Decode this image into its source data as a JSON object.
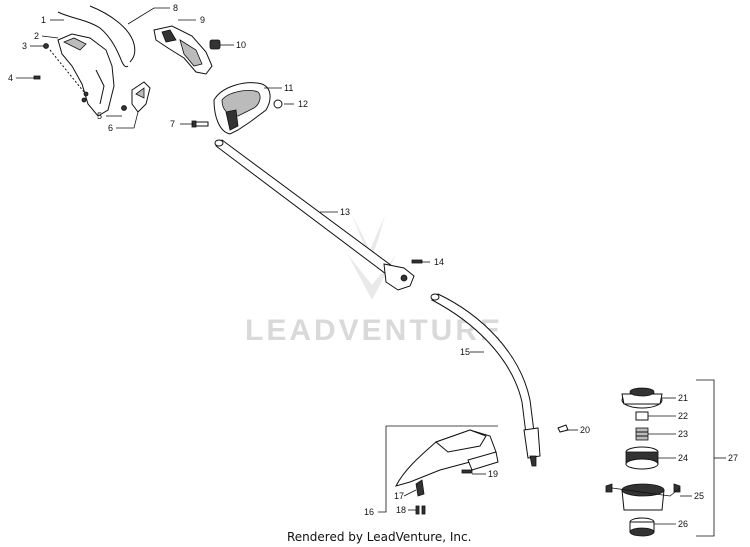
{
  "watermark": "LEADVENTURE",
  "caption": "Rendered by LeadVenture, Inc.",
  "callouts": {
    "c1": "1",
    "c2": "2",
    "c3": "3",
    "c4": "4",
    "c5": "5",
    "c6": "6",
    "c7": "7",
    "c8": "8",
    "c9": "9",
    "c10": "10",
    "c11": "11",
    "c12": "12",
    "c13": "13",
    "c14": "14",
    "c15": "15",
    "c16": "16",
    "c17": "17",
    "c18": "18",
    "c19": "19",
    "c20": "20",
    "c21": "21",
    "c22": "22",
    "c23": "23",
    "c24": "24",
    "c25": "25",
    "c26": "26",
    "c27": "27"
  }
}
